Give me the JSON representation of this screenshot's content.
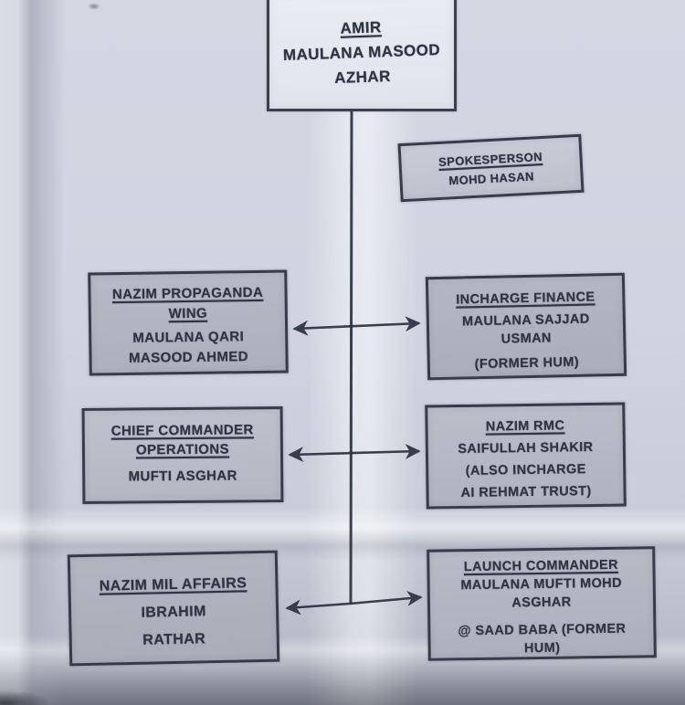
{
  "document": {
    "kind": "photographed organizational chart on paper",
    "colors": {
      "ink": "#2e3443",
      "box_border": "#2b3140",
      "paper": "#cfd4e0",
      "top_box_fill": "#e8eaf1",
      "gray_box_fill": "#b0b5c1"
    },
    "nodes": {
      "amir": {
        "title": "AMIR",
        "l1": "MAULANA MASOOD",
        "l2": "AZHAR"
      },
      "spokesperson": {
        "title": "SPOKESPERSON",
        "l1": "MOHD HASAN"
      },
      "propaganda": {
        "title": "NAZIM PROPAGANDA",
        "title2": "WING",
        "l1": "MAULANA QARI",
        "l2": "MASOOD AHMED"
      },
      "finance": {
        "title": "INCHARGE FINANCE",
        "l1": "MAULANA SAJJAD",
        "l2": "USMAN",
        "l3": "(FORMER HUM)"
      },
      "operations": {
        "title": "CHIEF COMMANDER",
        "title2": "OPERATIONS",
        "l1": "MUFTI ASGHAR"
      },
      "rmc": {
        "title": "NAZIM RMC",
        "l1": "SAIFULLAH SHAKIR",
        "l2": "(ALSO INCHARGE",
        "l3": "AI REHMAT TRUST)"
      },
      "milaffairs": {
        "title": "NAZIM MIL AFFAIRS",
        "l1": "IBRAHIM",
        "l2": "RATHAR"
      },
      "launch": {
        "title": "LAUNCH COMMANDER",
        "l1": "MAULANA MUFTI MOHD",
        "l2": "ASGHAR",
        "l3": "@ SAAD BABA (FORMER",
        "l4": "HUM)"
      }
    },
    "edges": [
      {
        "from": "amir",
        "type": "vertical-trunk"
      },
      {
        "between": [
          "propaganda",
          "finance"
        ],
        "type": "double-arrow"
      },
      {
        "between": [
          "operations",
          "rmc"
        ],
        "type": "double-arrow"
      },
      {
        "between": [
          "milaffairs",
          "launch"
        ],
        "type": "double-arrow"
      }
    ]
  }
}
